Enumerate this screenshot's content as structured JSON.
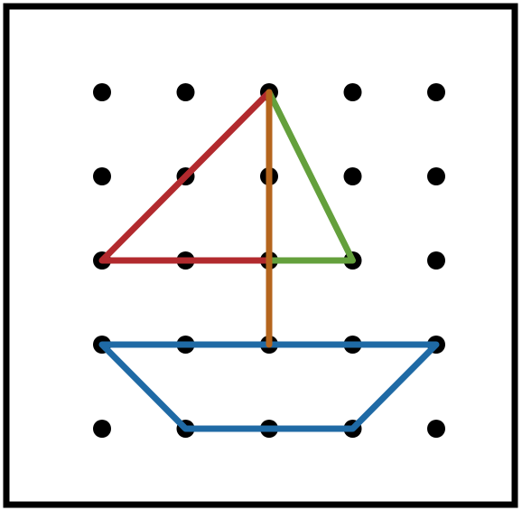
{
  "geoboard": {
    "rows": 5,
    "cols": 5,
    "colors": {
      "frame": "#000000",
      "background": "#ffffff",
      "peg": "#000000"
    },
    "shapes": [
      {
        "id": "left-sail",
        "kind": "polyline",
        "color": "#b22a2e",
        "pegs": [
          [
            2,
            0
          ],
          [
            0,
            2
          ],
          [
            2,
            2
          ]
        ]
      },
      {
        "id": "right-sail",
        "kind": "polyline",
        "color": "#64a03c",
        "pegs": [
          [
            2,
            0
          ],
          [
            3,
            2
          ],
          [
            2,
            2
          ]
        ]
      },
      {
        "id": "hull",
        "kind": "polygon",
        "color": "#1f6aa5",
        "pegs": [
          [
            0,
            3
          ],
          [
            4,
            3
          ],
          [
            3,
            4
          ],
          [
            1,
            4
          ]
        ]
      },
      {
        "id": "mast",
        "kind": "polyline",
        "color": "#b5651d",
        "pegs": [
          [
            2,
            0
          ],
          [
            2,
            3
          ]
        ]
      }
    ]
  }
}
